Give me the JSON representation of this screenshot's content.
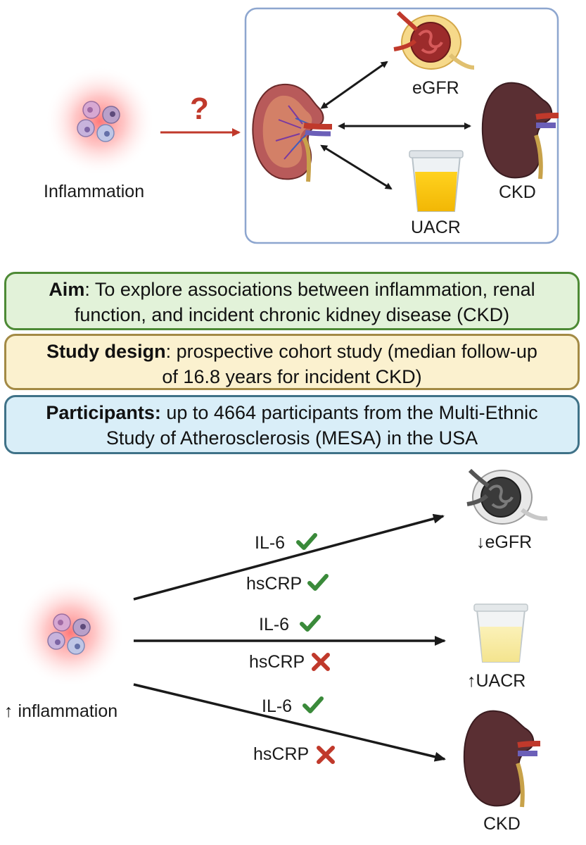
{
  "top": {
    "question_mark": "?",
    "inflammation_label": "Inflammation",
    "egfr_label": "eGFR",
    "uacr_label": "UACR",
    "ckd_label": "CKD"
  },
  "aim": {
    "label": "Aim",
    "text": ": To explore associations between inflammation, renal",
    "text2": "function, and incident chronic kidney disease (CKD)"
  },
  "design": {
    "label": "Study design",
    "text": ": prospective cohort study (median follow-up",
    "text2": "of 16.8 years for incident CKD)"
  },
  "participants": {
    "label": "Participants:",
    "text": " up to 4664 participants from the Multi-Ethnic",
    "text2": "Study of Atherosclerosis (MESA) in the USA"
  },
  "bottom": {
    "inflammation_label": "↑ inflammation",
    "egfr_label": "↓eGFR",
    "uacr_label": "↑UACR",
    "ckd_label": "CKD",
    "paths": [
      {
        "marker1": "IL-6",
        "marker2": "hsCRP",
        "result1": "yes",
        "result2": "yes"
      },
      {
        "marker1": "IL-6",
        "marker2": "hsCRP",
        "result1": "yes",
        "result2": "no"
      },
      {
        "marker1": "IL-6",
        "marker2": "hsCRP",
        "result1": "yes",
        "result2": "no"
      }
    ]
  },
  "colors": {
    "check": "#3a8a3a",
    "cross": "#c0392b",
    "arrow_red": "#c0392b",
    "frame": "#8da6cf",
    "kidney": "#5a2f33"
  }
}
